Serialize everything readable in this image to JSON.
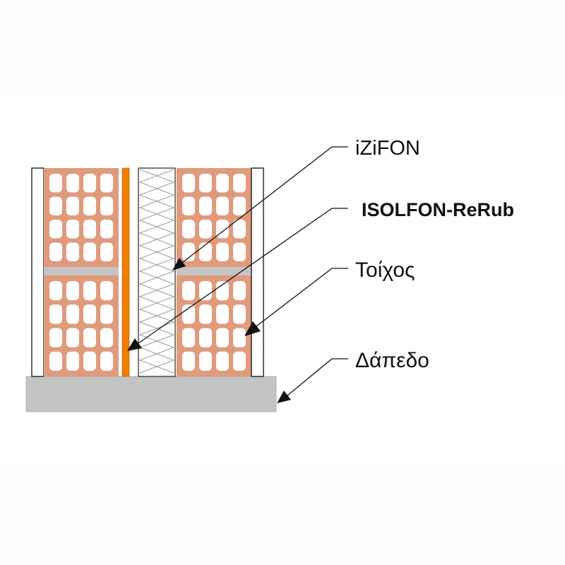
{
  "labels": {
    "izifon": "iZiFON",
    "isolfon": "ISOLFON-ReRub",
    "wall": "Τοίχος",
    "floor": "Δάπεδο"
  },
  "colors": {
    "brick": "#e09a7c",
    "brick_hole": "#ffffff",
    "mortar": "#c4c4c4",
    "rubber": "#f07c00",
    "floor": "#c4c4c4",
    "insulation_line": "#9a9a9a",
    "outline": "#222222"
  }
}
